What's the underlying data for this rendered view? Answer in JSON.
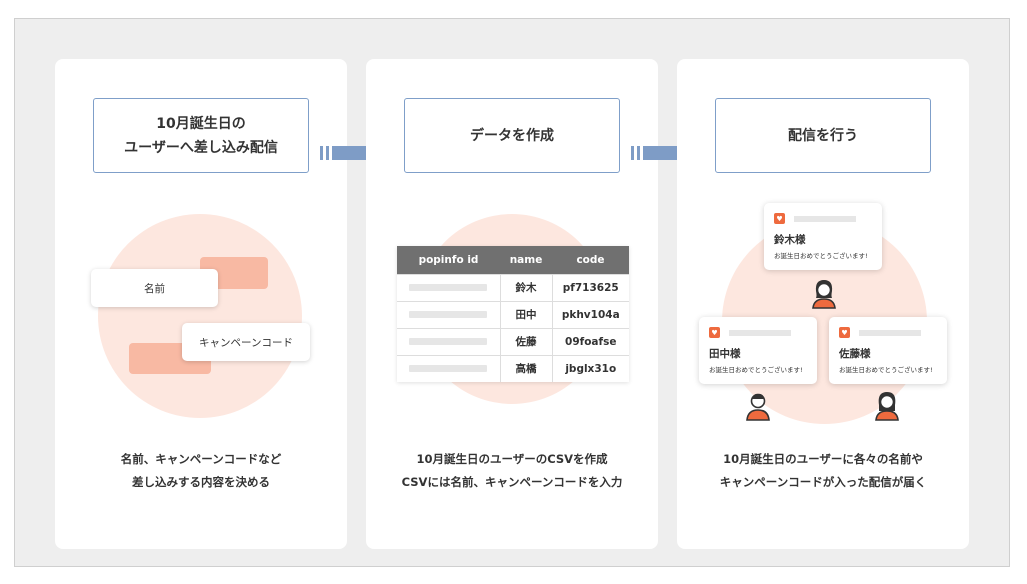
{
  "steps": [
    {
      "title_line1": "10月誕生日の",
      "title_line2": "ユーザーへ差し込み配信",
      "caption_line1": "名前、キャンペーンコードなど",
      "caption_line2": "差し込みする内容を決める"
    },
    {
      "title_line1": "データを作成",
      "title_line2": "",
      "caption_line1": "10月誕生日のユーザーのCSVを作成",
      "caption_line2": "CSVには名前、キャンペーンコードを入力"
    },
    {
      "title_line1": "配信を行う",
      "title_line2": "",
      "caption_line1": "10月誕生日のユーザーに各々の名前や",
      "caption_line2": "キャンペーンコードが入った配信が届く"
    }
  ],
  "fields": {
    "name": "名前",
    "campaign_code": "キャンペーンコード"
  },
  "table": {
    "headers": [
      "popinfo id",
      "name",
      "code"
    ],
    "rows": [
      {
        "name": "鈴木",
        "code": "pf713625"
      },
      {
        "name": "田中",
        "code": "pkhv104a"
      },
      {
        "name": "佐藤",
        "code": "09foafse"
      },
      {
        "name": "高橋",
        "code": "jbglx31o"
      }
    ]
  },
  "notifications": [
    {
      "name": "鈴木様",
      "message": "お誕生日おめでとうございます!"
    },
    {
      "name": "田中様",
      "message": "お誕生日おめでとうございます!"
    },
    {
      "name": "佐藤様",
      "message": "お誕生日おめでとうございます!"
    }
  ],
  "colors": {
    "accent_blue": "#7f9fc9",
    "arrow": "#7e9cc6",
    "salmon": "#f8b9a3",
    "circle": "#fde7df",
    "brand_orange": "#ee6a3e"
  },
  "icons": {
    "arrow": "right-arrow-icon",
    "logo": "app-logo-icon",
    "person": "person-icon"
  }
}
